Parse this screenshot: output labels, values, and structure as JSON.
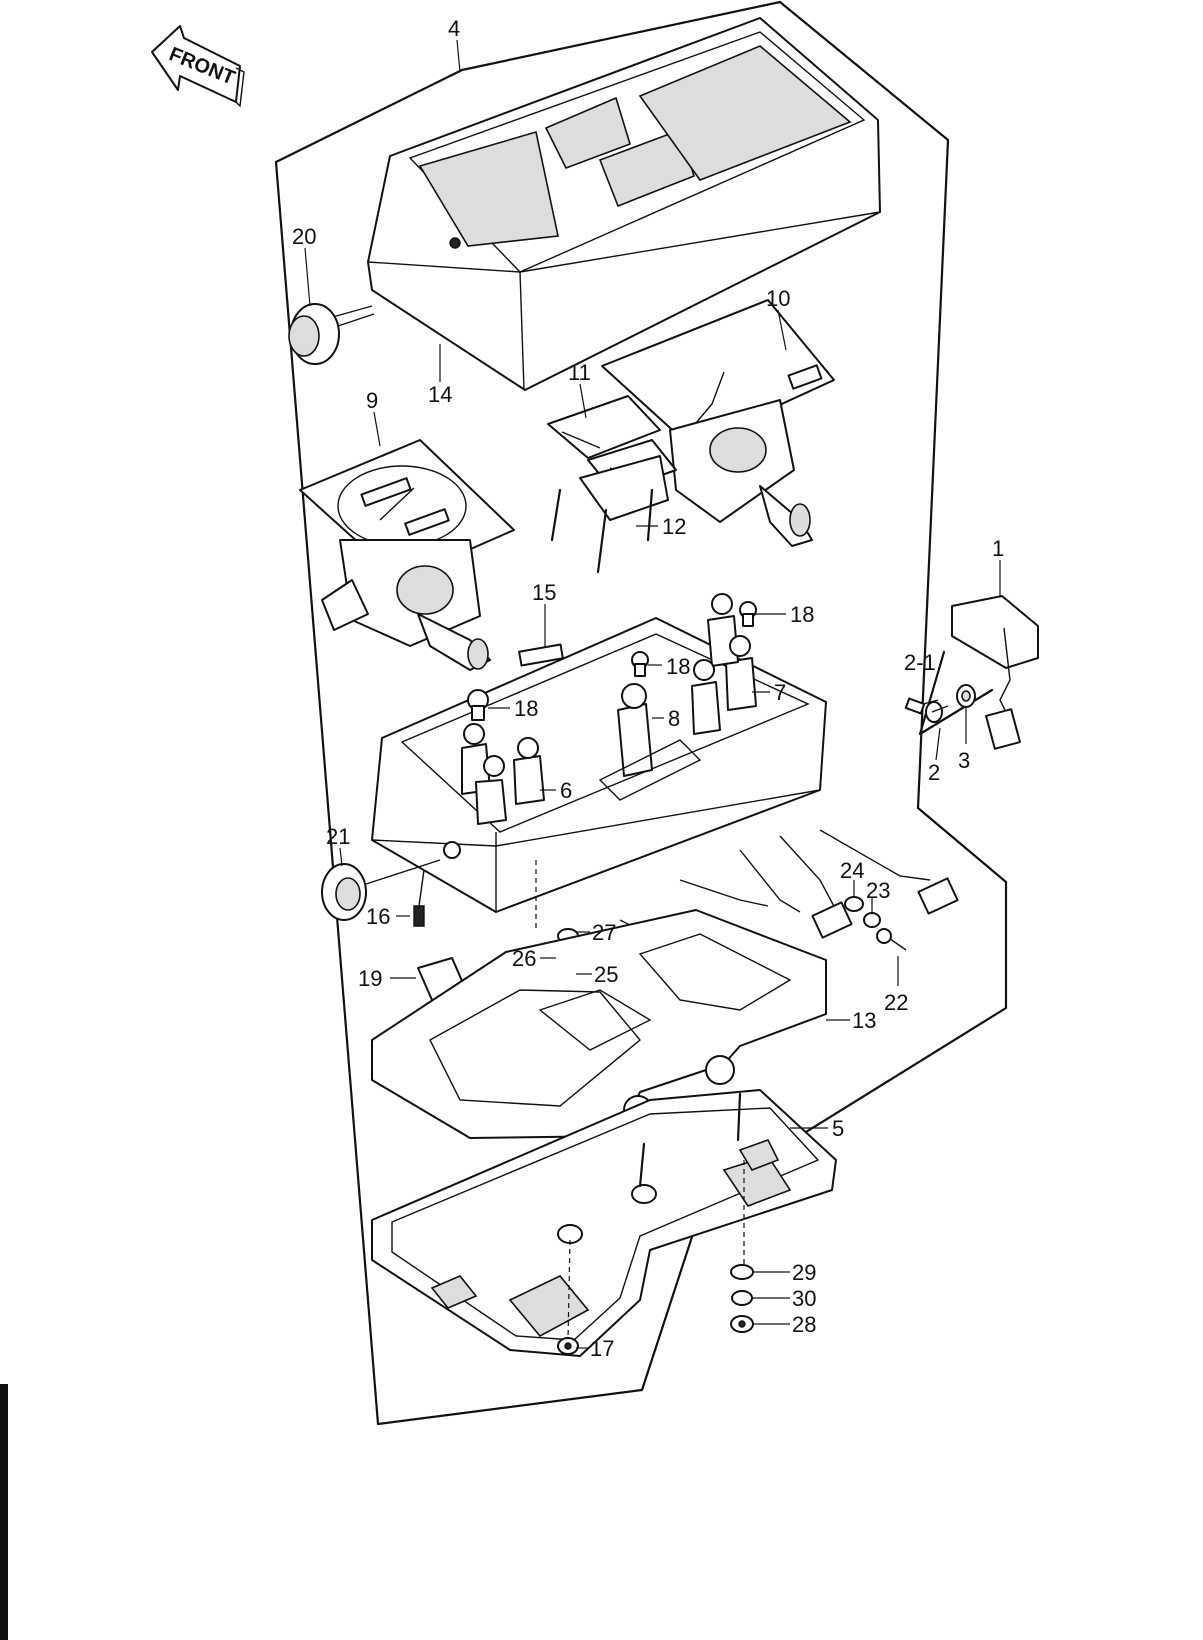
{
  "diagram": {
    "front_label": "FRONT",
    "callouts": {
      "c1": "1",
      "c2": "2",
      "c2_1": "2-1",
      "c3": "3",
      "c4": "4",
      "c5": "5",
      "c6": "6",
      "c7": "7",
      "c8": "8",
      "c9": "9",
      "c10": "10",
      "c11": "11",
      "c12": "12",
      "c13": "13",
      "c14": "14",
      "c15": "15",
      "c16": "16",
      "c17": "17",
      "c18a": "18",
      "c18b": "18",
      "c18c": "18",
      "c19": "19",
      "c20": "20",
      "c21": "21",
      "c22": "22",
      "c23": "23",
      "c24": "24",
      "c25": "25",
      "c26": "26",
      "c27": "27",
      "c28": "28",
      "c29": "29",
      "c30": "30"
    }
  }
}
